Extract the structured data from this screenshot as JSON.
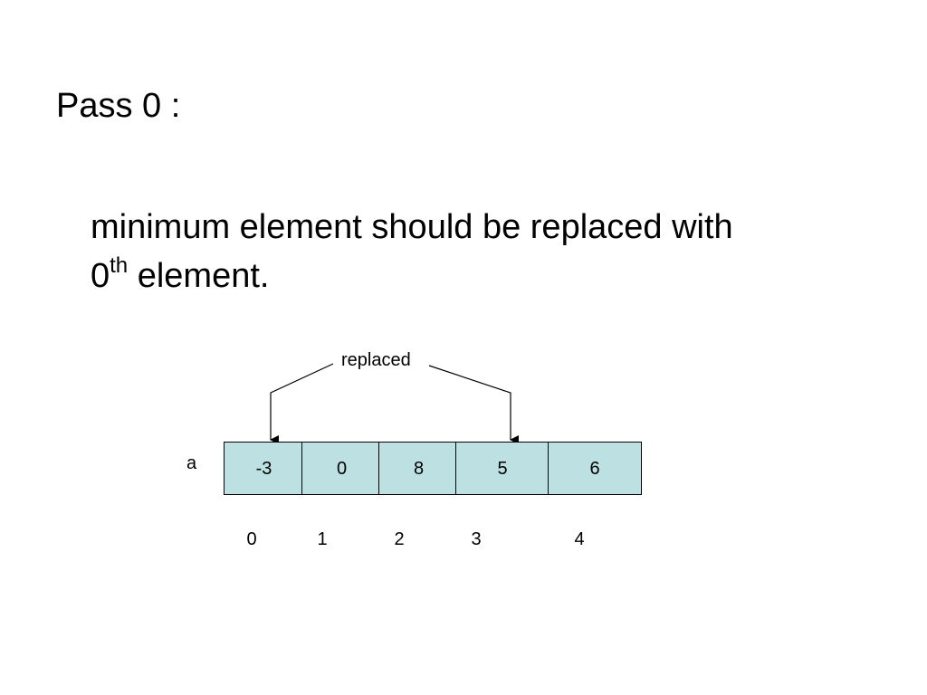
{
  "slide": {
    "title": "Pass 0 :",
    "desc_line1": "minimum element should be replaced with",
    "desc_line2_pre": "0",
    "desc_line2_sup": "th",
    "desc_line2_post": " element."
  },
  "diagram": {
    "array_name": "a",
    "annotation": "replaced",
    "cells": [
      "-3",
      "0",
      "8",
      "5",
      "6"
    ],
    "indices": [
      "0",
      "1",
      "2",
      "3",
      "4"
    ],
    "cell_fill": "#bde0e2",
    "swap_from_index": 0,
    "swap_to_index": 3
  }
}
